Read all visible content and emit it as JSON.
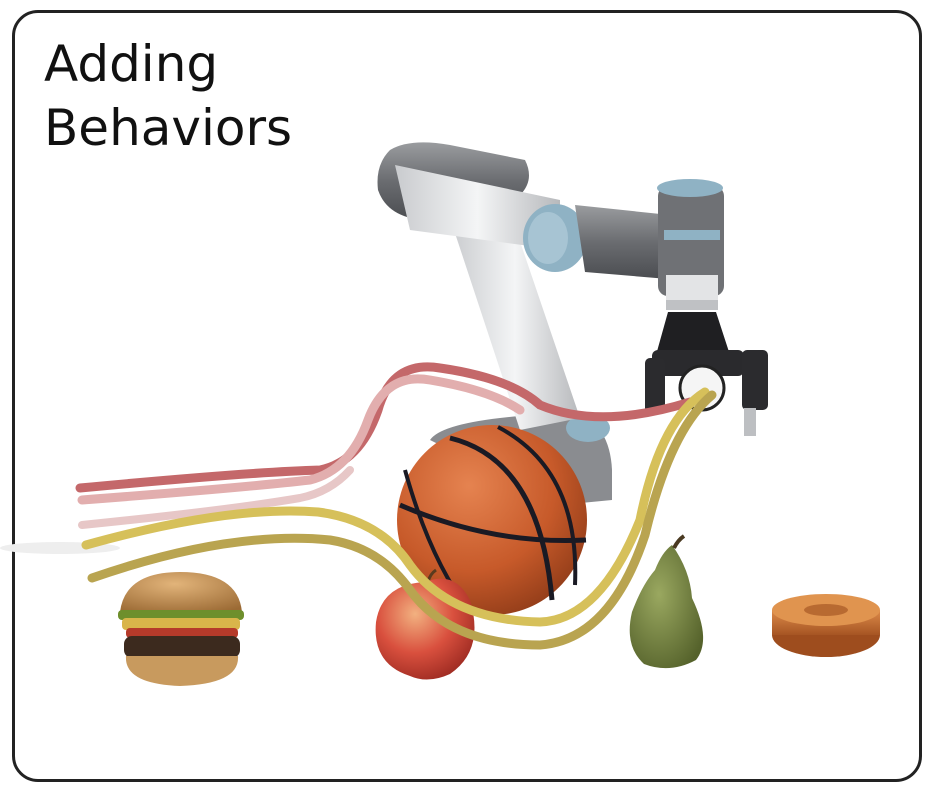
{
  "title_lines": [
    "Adding",
    "Behaviors"
  ],
  "colors": {
    "frame": "#222222",
    "red_path_dark": "#c4686a",
    "red_path_light": "#e2aeae",
    "yellow_path_light": "#d6c05a",
    "yellow_path_dark": "#b9a450",
    "robot_gray": "#7d7f83",
    "robot_white": "#e9eaec",
    "robot_blue": "#8fb2c4"
  },
  "objects": [
    "burger",
    "apple",
    "basketball",
    "pear",
    "donut"
  ],
  "icons": [
    "robot-arm-icon",
    "gripper-icon"
  ]
}
